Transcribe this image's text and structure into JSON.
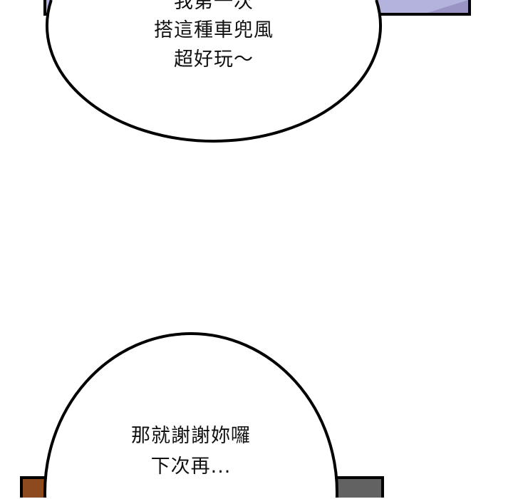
{
  "panels": {
    "top": {
      "fill": "#b3b3de",
      "corner": "#9a94c4"
    },
    "bottom": {
      "left_fill": "#8c4a1e",
      "right_fill": "#626262"
    }
  },
  "bubbles": {
    "top": {
      "lines": [
        "我第一次",
        "搭這種車兜風",
        "超好玩～"
      ]
    },
    "bottom": {
      "lines": [
        "那就謝謝妳囉",
        "下次再..."
      ]
    }
  }
}
